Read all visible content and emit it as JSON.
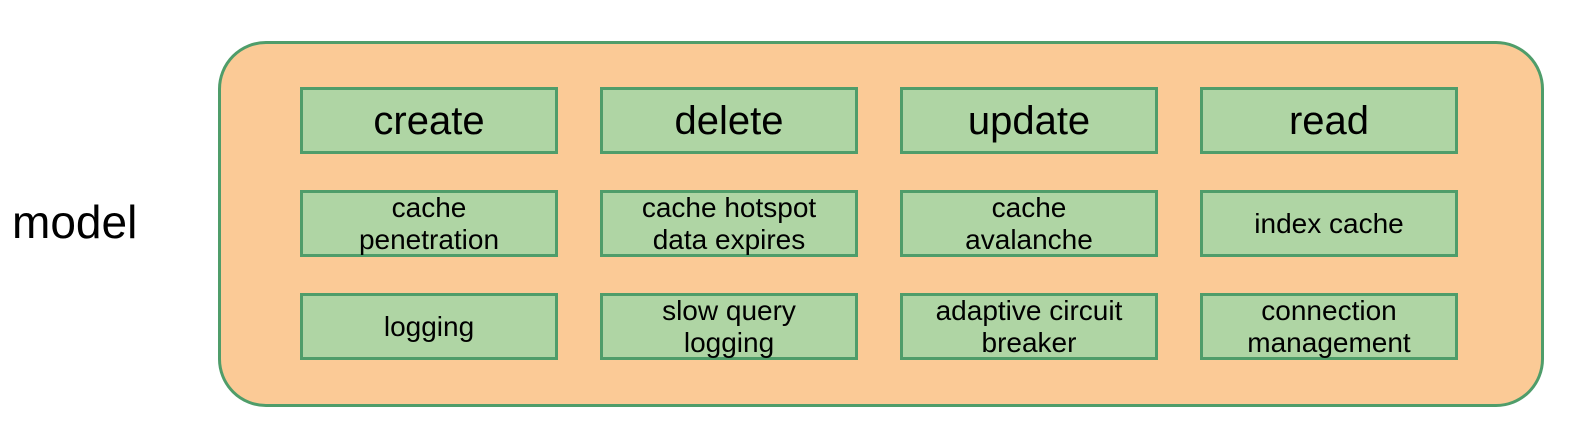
{
  "diagram": {
    "side_label": "model",
    "colors": {
      "container_fill": "#FBCA96",
      "box_fill": "#AFD5A4",
      "border_green": "#4F9D6A",
      "text": "#000000",
      "page_background": "#FFFFFF"
    },
    "columns": [
      {
        "header": "create",
        "row2": "cache\npenetration",
        "row3": "logging"
      },
      {
        "header": "delete",
        "row2": "cache hotspot\ndata expires",
        "row3": "slow query\nlogging"
      },
      {
        "header": "update",
        "row2": "cache\navalanche",
        "row3": "adaptive circuit\nbreaker"
      },
      {
        "header": "read",
        "row2": "index cache",
        "row3": "connection\nmanagement"
      }
    ]
  }
}
